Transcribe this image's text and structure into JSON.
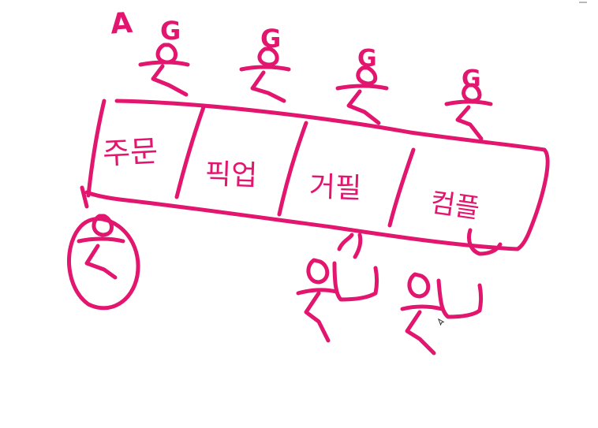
{
  "colors": {
    "ink": "#e2166e",
    "background": "#ffffff"
  },
  "top_labels": [
    {
      "text": "A"
    },
    {
      "text": "G"
    },
    {
      "text": "G"
    },
    {
      "text": "G"
    },
    {
      "text": "G"
    }
  ],
  "cells": [
    {
      "label": "주문"
    },
    {
      "label": "픽업"
    },
    {
      "label": "거필"
    },
    {
      "label": "컴플"
    }
  ],
  "icons": {
    "stick_figure": "stick-figure-icon",
    "cup": "cup-icon",
    "circle": "circle-highlight-icon",
    "cursor": "mouse-cursor-icon"
  }
}
